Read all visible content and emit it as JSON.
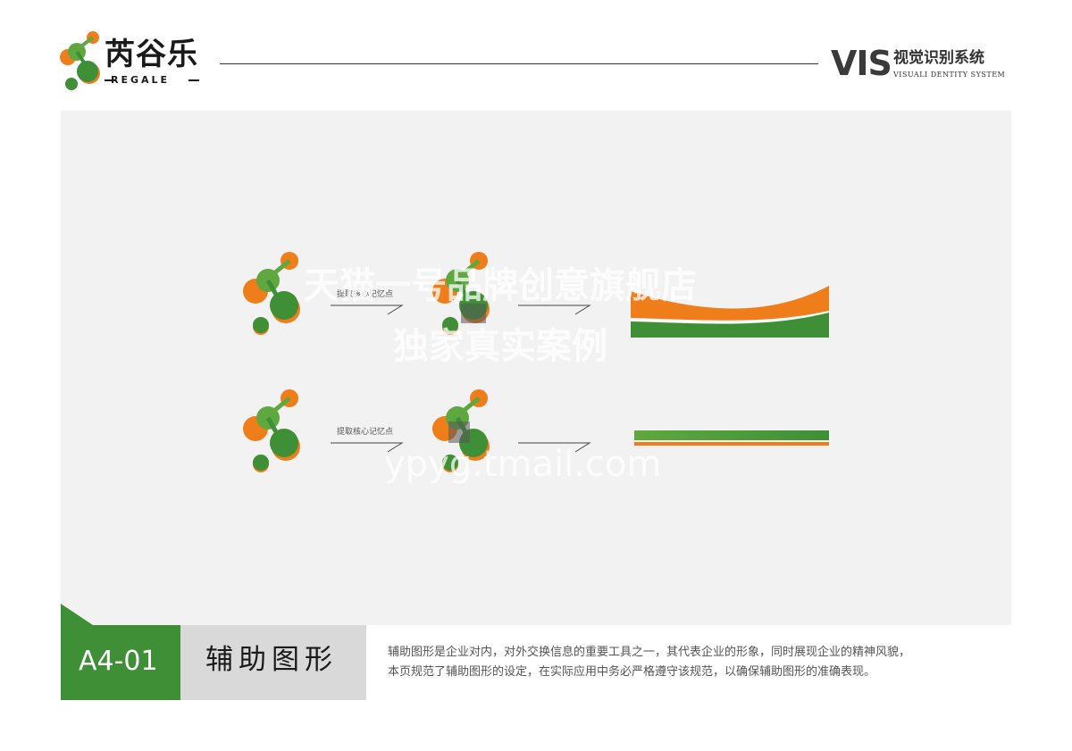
{
  "header": {
    "brand_name": "芮谷乐",
    "brand_latin": "REGALE",
    "vis_title": "VIS",
    "vis_cn": "视觉识别系统",
    "vis_en": "VISUALI DENTITY SYSTEM"
  },
  "diagram": {
    "row1_caption": "提取核心记忆点",
    "row2_caption": "提取核心记忆点"
  },
  "watermark": {
    "line1": "天猫一号品牌创意旗舰店",
    "line2": "独家真实案例",
    "line3": "ypyg.tmail.com"
  },
  "footer": {
    "code": "A4-01",
    "title": "辅助图形",
    "desc_line1": "辅助图形是企业对内，对外交换信息的重要工具之一，其代表企业的形象，同时展现企业的精神风貌，",
    "desc_line2": "本页规范了辅助图形的设定，在实际应用中务必严格遵守该规范，以确保辅助图形的准确表现。"
  },
  "colors": {
    "green": "#3f8f36",
    "light_green": "#5fa83f",
    "orange": "#ef7d1a",
    "panel": "#f2f2f2",
    "title_box": "#d9d9d9"
  }
}
